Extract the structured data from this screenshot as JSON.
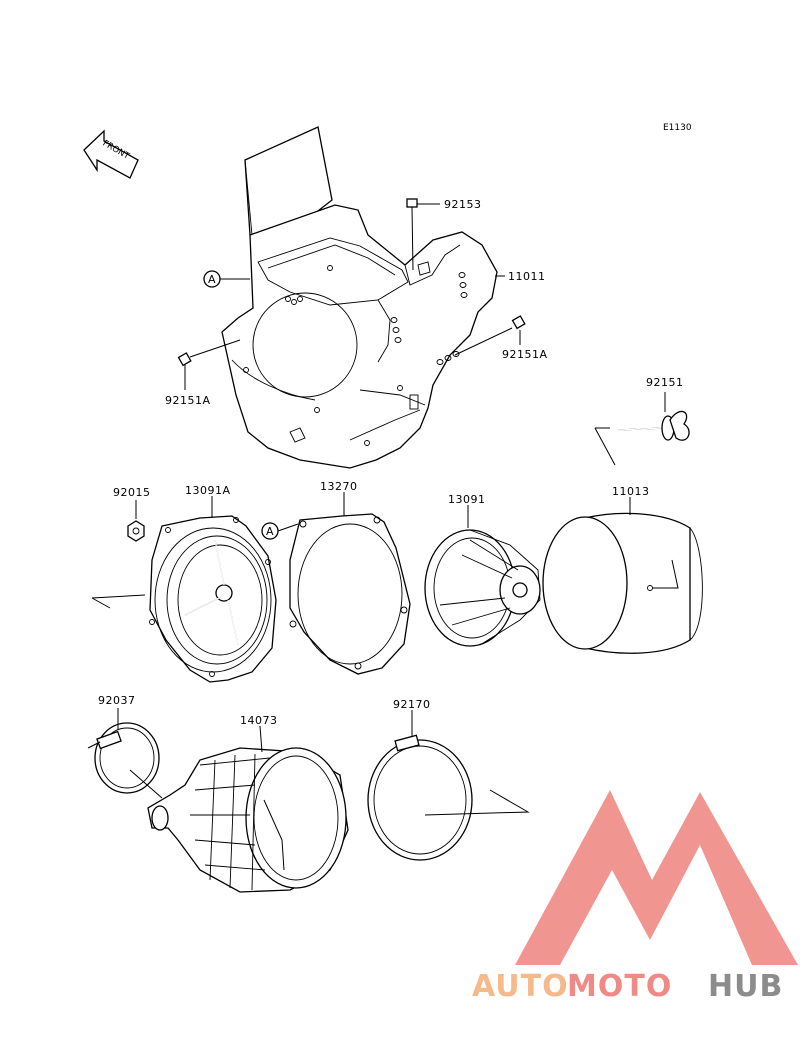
{
  "diagram": {
    "code": "E1130",
    "front_label": "FRONT",
    "ref_marker": "A",
    "parts": {
      "p92153": "92153",
      "p11011": "11011",
      "p92151A_right": "92151A",
      "p92151A_left": "92151A",
      "p92151": "92151",
      "p92015": "92015",
      "p13091A": "13091A",
      "p13270": "13270",
      "p13091": "13091",
      "p11013": "11013",
      "p92037": "92037",
      "p14073": "14073",
      "p92170": "92170"
    }
  },
  "watermark": {
    "part1": "AUTO",
    "part2": "MOTO",
    "part3": "HUB",
    "color_orange": "#f6b98a",
    "color_red": "#f08a86",
    "color_gray": "#8c8c8c"
  }
}
